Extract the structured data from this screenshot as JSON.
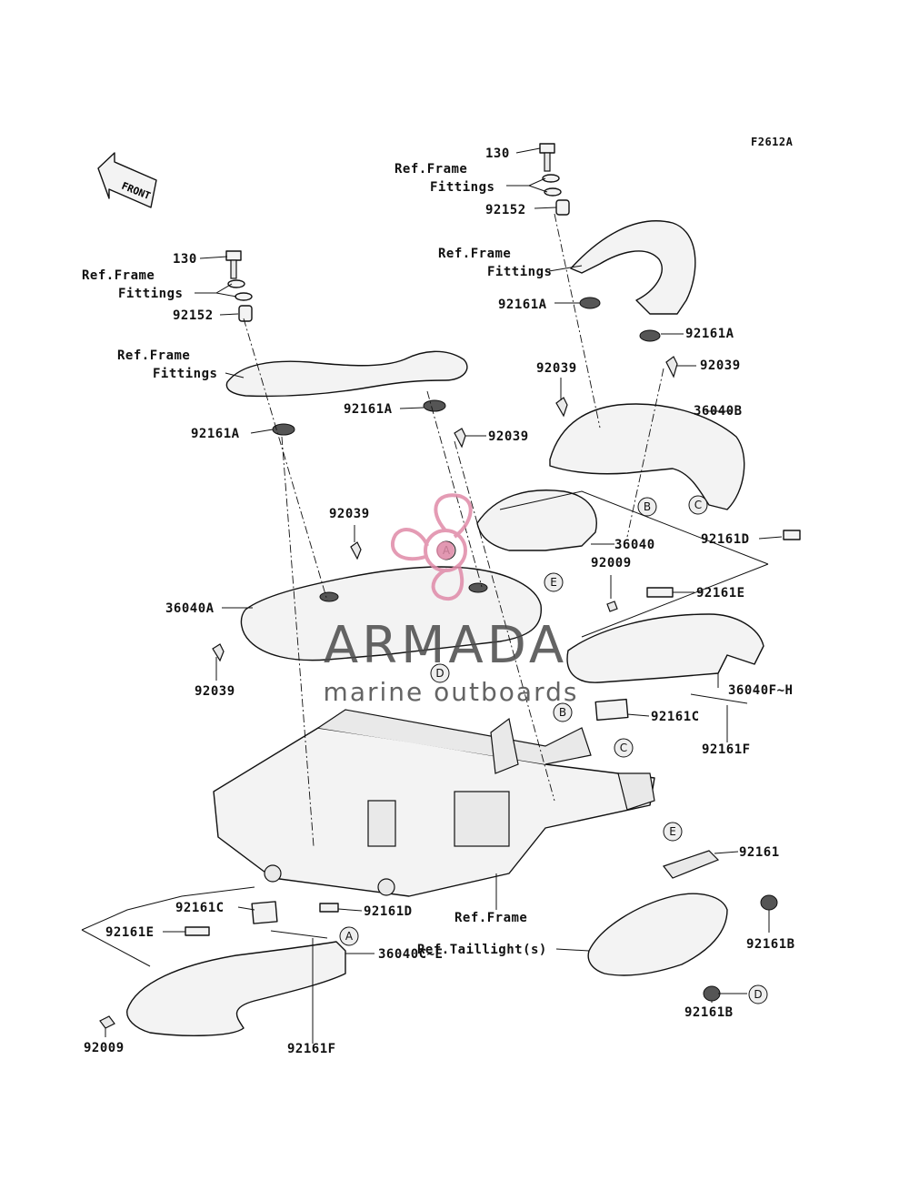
{
  "figure_code": "F2612A",
  "front_arrow_label": "FRONT",
  "watermark": {
    "brand": "ARMADA",
    "tagline": "marine outboards"
  },
  "labels": {
    "130_top": "130",
    "ref_frame_fittings_1a": "Ref.Frame",
    "ref_frame_fittings_1b": "Fittings",
    "92152_top": "92152",
    "ref_frame_fittings_2a": "Ref.Frame",
    "ref_frame_fittings_2b": "Fittings",
    "92161A_r1": "92161A",
    "92161A_r2": "92161A",
    "92039_r1": "92039",
    "92039_r2": "92039",
    "36040B": "36040B",
    "130_left": "130",
    "ref_frame_fittings_3a": "Ref.Frame",
    "ref_frame_fittings_3b": "Fittings",
    "92152_left": "92152",
    "ref_frame_fittings_4a": "Ref.Frame",
    "ref_frame_fittings_4b": "Fittings",
    "92161A_l1": "92161A",
    "92161A_l2": "92161A",
    "92039_mid": "92039",
    "92039_c": "92039",
    "36040": "36040",
    "92161D_r": "92161D",
    "92009_r": "92009",
    "92161E_r": "92161E",
    "36040A": "36040A",
    "92039_l": "92039",
    "36040F_H": "36040F~H",
    "92161C_r": "92161C",
    "92161F_r": "92161F",
    "92161": "92161",
    "92161C_l": "92161C",
    "92161D_l": "92161D",
    "92161E_l": "92161E",
    "ref_frame": "Ref.Frame",
    "ref_taillight": "Ref.Taillight(s)",
    "36040C_E": "36040C~E",
    "92161B_1": "92161B",
    "92161B_2": "92161B",
    "92009_l": "92009",
    "92161F_l": "92161F"
  },
  "callouts": {
    "A1": "A",
    "A2": "A",
    "B1": "B",
    "B2": "B",
    "C1": "C",
    "C2": "C",
    "D1": "D",
    "D2": "D",
    "E1": "E",
    "E2": "E"
  },
  "colors": {
    "line": "#111111",
    "watermark_pink": "#e08aa8",
    "watermark_gray": "#4a4a4a"
  }
}
